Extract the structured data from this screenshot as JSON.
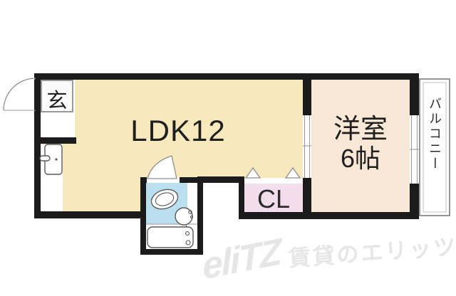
{
  "plan": {
    "rooms": {
      "ldk": {
        "label": "LDK12"
      },
      "western": {
        "label": "洋室",
        "size": "6帖"
      },
      "closet": {
        "label": "CL"
      },
      "entrance": {
        "label": "玄"
      },
      "balcony": {
        "label": "バルコニー"
      }
    },
    "fixtures": [
      "entrance-door-arc",
      "refrigerator",
      "toilet",
      "sink",
      "bathtub",
      "bathroom-door",
      "closet-folding-doors",
      "sliding-door",
      "window"
    ]
  },
  "colors": {
    "ldk": "#F7E9BB",
    "western": "#FAE8D7",
    "closet": "#F1DDEB",
    "bath": "#BADFEF",
    "wall": "#1b1b1b",
    "fixture": "#5a5a5a",
    "watermark": "#e6e6e6"
  },
  "watermark": {
    "logo": "eliTZ",
    "text": "賃貸のエリッツ"
  }
}
